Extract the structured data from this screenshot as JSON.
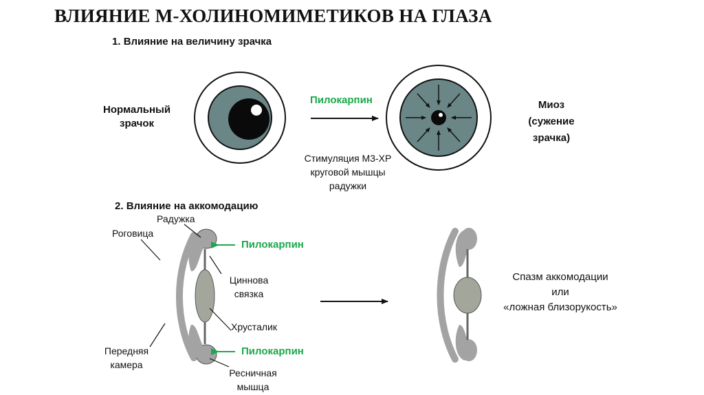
{
  "title": "ВЛИЯНИЕ М-ХОЛИНОМИМЕТИКОВ НА ГЛАЗА",
  "section1": {
    "number": "1.",
    "heading": "Влияние на величину зрачка",
    "normal_label_line1": "Нормальный",
    "normal_label_line2": "зрачок",
    "drug": "Пилокарпин",
    "mechanism_line1": "Стимуляция М3-ХР",
    "mechanism_line2": "круговой мышцы",
    "mechanism_line3": "радужки",
    "result_line1": "Миоз",
    "result_line2": "(сужение",
    "result_line3": "зрачка)"
  },
  "section2": {
    "number": "2.",
    "heading": "Влияние на аккомодацию",
    "iris": "Радужка",
    "cornea": "Роговица",
    "drug_top": "Пилокарпин",
    "zonule_line1": "Циннова",
    "zonule_line2": "связка",
    "lens": "Хрусталик",
    "anterior_line1": "Передняя",
    "anterior_line2": "камера",
    "drug_bottom": "Пилокарпин",
    "ciliary_line1": "Ресничная",
    "ciliary_line2": "мышца",
    "result_line1": "Спазм аккомодации",
    "result_line2": "или",
    "result_line3": "«ложная близорукость»"
  },
  "colors": {
    "iris": "#6b8687",
    "pupil": "#0a0a0a",
    "structure": "#a3a3a3",
    "lens": "#a3a79b",
    "drug": "#1aa84a"
  }
}
